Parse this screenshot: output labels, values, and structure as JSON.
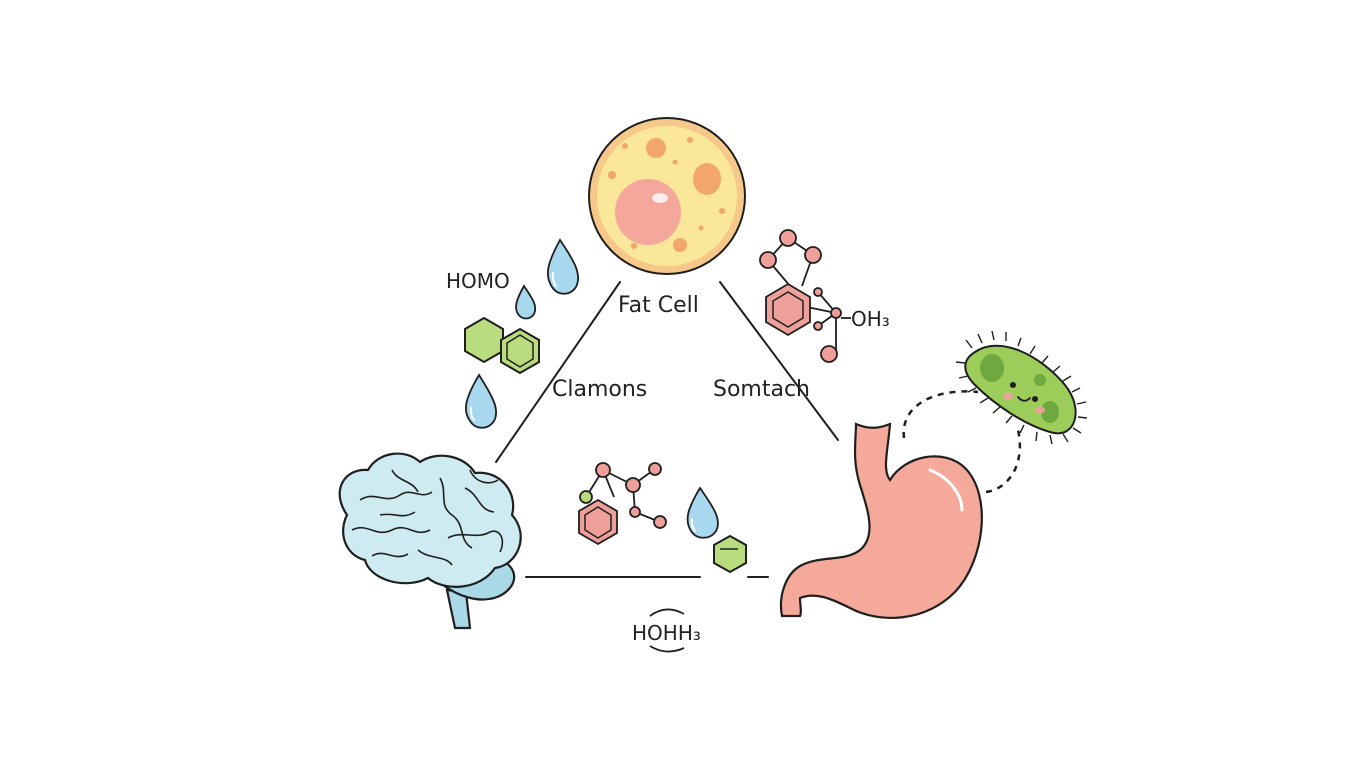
{
  "labels": {
    "fat_cell": "Fat Cell",
    "left_edge": "Clamons",
    "right_edge": "Somtach",
    "formula_left": "HOMO",
    "formula_right": "OH₃",
    "formula_bottom": "HOHH₃"
  },
  "colors": {
    "line": "#1f1f1f",
    "fat_cell_yellow": "#fbe79a",
    "fat_cell_orange": "#f2a66b",
    "fat_cell_rim": "#f6c98a",
    "nucleus_pink": "#f4a79a",
    "brain_blue": "#cdebf1",
    "stomach_pink": "#f4a99a",
    "bacterium_green": "#9ccc5a",
    "hexagon_green": "#b9dd7e",
    "molecule_pink": "#ee9f9a",
    "droplet_blue": "#a7d8ee"
  },
  "icons": {
    "fat_cell": "fat-cell-icon",
    "brain": "brain-icon",
    "stomach": "stomach-icon",
    "bacterium": "bacterium-icon",
    "droplet": "water-droplet-icon",
    "hexagon": "hexagon-molecule-icon",
    "molecule": "molecule-structure-icon"
  }
}
